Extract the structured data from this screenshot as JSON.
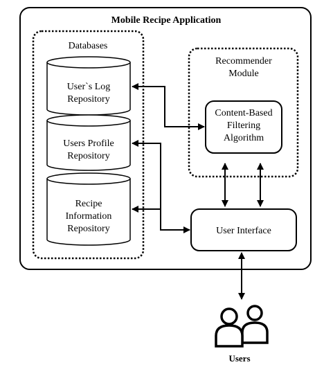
{
  "title": "Mobile Recipe Application",
  "databases": {
    "label": "Databases",
    "users_log": [
      "User`s Log",
      "Repository"
    ],
    "users_profile": [
      "Users Profile",
      "Repository"
    ],
    "recipe_info": [
      "Recipe",
      "Information",
      "Repository"
    ]
  },
  "recommender": {
    "label": [
      "Recommender",
      "Module"
    ],
    "algorithm": [
      "Content-Based",
      "Filtering",
      "Algorithm"
    ]
  },
  "user_interface": "User Interface",
  "users": "Users",
  "icons": {
    "database": "cylinder-icon",
    "users": "users-icon"
  },
  "colors": {
    "stroke": "#000000",
    "background": "#ffffff"
  }
}
